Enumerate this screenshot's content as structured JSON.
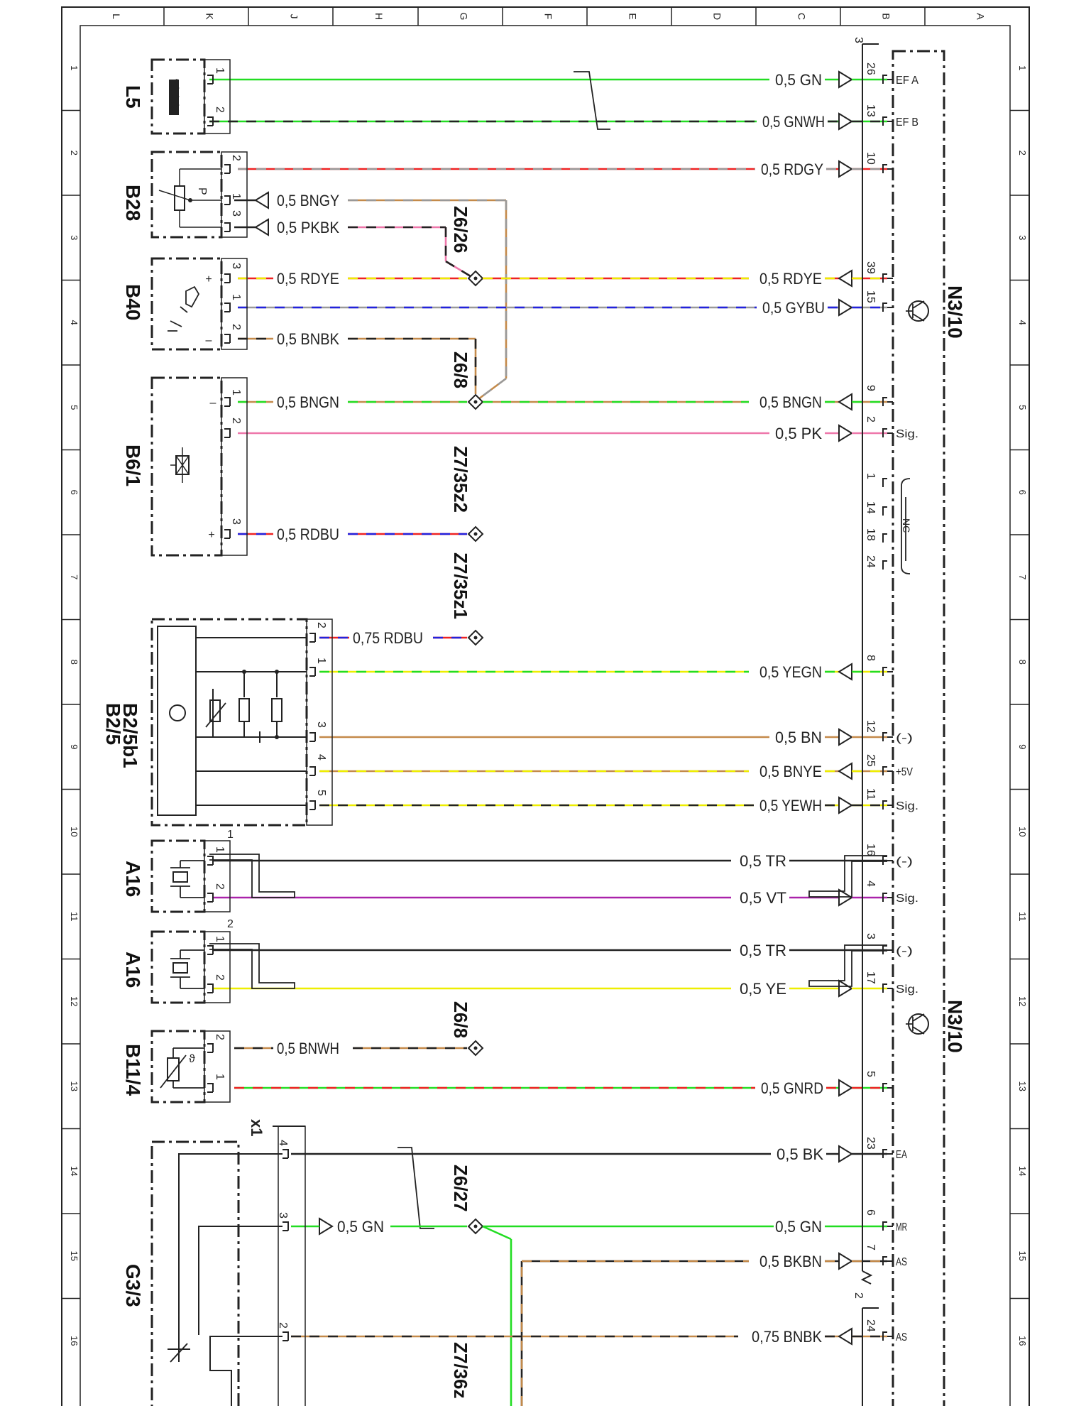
{
  "frame": {
    "columns": [
      "L",
      "K",
      "J",
      "H",
      "G",
      "F",
      "E",
      "D",
      "C",
      "B",
      "A"
    ],
    "rows": [
      "1",
      "2",
      "3",
      "4",
      "5",
      "6",
      "7",
      "8",
      "9",
      "10",
      "11",
      "12",
      "13",
      "14",
      "15",
      "16"
    ]
  },
  "controller": {
    "id": "N3/10",
    "plug_top": "3",
    "plug_bottom": "2"
  },
  "components": [
    {
      "id": "L5"
    },
    {
      "id": "B28"
    },
    {
      "id": "B40"
    },
    {
      "id": "B6/1"
    },
    {
      "id": "B2/5\nB2/5b1"
    },
    {
      "id": "A16"
    },
    {
      "id": "A16"
    },
    {
      "id": "B11/4"
    },
    {
      "id": "G3/3"
    }
  ],
  "connector_x1": "x1",
  "splices": [
    "Z6/26",
    "Z6/8",
    "Z7/35z2",
    "Z7/35z1",
    "Z6/8",
    "Z6/27",
    "Z7/36z"
  ],
  "wires": [
    {
      "label": "0,5 GN",
      "colors": [
        "#22dd22"
      ],
      "pin": "26",
      "sig": "EF A"
    },
    {
      "label": "0,5 GNWH",
      "colors": [
        "#22dd22",
        "#222222"
      ],
      "pin": "13",
      "sig": "EF B"
    },
    {
      "label": "0,5 RDGY",
      "colors": [
        "#ee2222",
        "#999999"
      ],
      "pin": "10",
      "sig": ""
    },
    {
      "label": "0,5 BNGY",
      "colors": [
        "#c48a4a",
        "#999999"
      ],
      "pin": "",
      "sig": ""
    },
    {
      "label": "0,5 PKBK",
      "colors": [
        "#ee77aa",
        "#222222"
      ],
      "pin": "",
      "sig": ""
    },
    {
      "label": "0,5 RDYE",
      "colors": [
        "#ee2222",
        "#eeee00"
      ],
      "pin": "",
      "sig": ""
    },
    {
      "label": "0,5 RDYE",
      "colors": [
        "#ee2222",
        "#eeee00"
      ],
      "pin": "39",
      "sig": ""
    },
    {
      "label": "0,5 GYBU",
      "colors": [
        "#999999",
        "#2222dd"
      ],
      "pin": "15",
      "sig": ""
    },
    {
      "label": "0,5 BNBK",
      "colors": [
        "#c48a4a",
        "#222222"
      ],
      "pin": "",
      "sig": ""
    },
    {
      "label": "0,5 BNGN",
      "colors": [
        "#c48a4a",
        "#22dd22"
      ],
      "pin": "",
      "sig": ""
    },
    {
      "label": "0,5 BNGN",
      "colors": [
        "#c48a4a",
        "#22dd22"
      ],
      "pin": "9",
      "sig": ""
    },
    {
      "label": "0,5 PK",
      "colors": [
        "#ee77aa"
      ],
      "pin": "2",
      "sig": "Sig."
    },
    {
      "label": "0,5 RDBU",
      "colors": [
        "#ee2222",
        "#2222dd"
      ],
      "pin": "",
      "sig": ""
    },
    {
      "label": "0,75 RDBU",
      "colors": [
        "#ee2222",
        "#2222dd"
      ],
      "pin": "",
      "sig": ""
    },
    {
      "label": "0,5 YEGN",
      "colors": [
        "#eeee00",
        "#22dd22"
      ],
      "pin": "8",
      "sig": ""
    },
    {
      "label": "0,5 BN",
      "colors": [
        "#c48a4a"
      ],
      "pin": "12",
      "sig": "(-)"
    },
    {
      "label": "0,5 BNYE",
      "colors": [
        "#c48a4a",
        "#eeee00"
      ],
      "pin": "25",
      "sig": "+5V"
    },
    {
      "label": "0,5 YEWH",
      "colors": [
        "#eeee00",
        "#222222"
      ],
      "pin": "11",
      "sig": "Sig."
    },
    {
      "label": "0,5 TR",
      "colors": [
        "#222222"
      ],
      "pin": "16",
      "sig": "(-)"
    },
    {
      "label": "0,5 VT",
      "colors": [
        "#aa22aa"
      ],
      "pin": "4",
      "sig": "Sig."
    },
    {
      "label": "0,5 TR",
      "colors": [
        "#222222"
      ],
      "pin": "3",
      "sig": "(-)"
    },
    {
      "label": "0,5 YE",
      "colors": [
        "#eeee00"
      ],
      "pin": "17",
      "sig": "Sig."
    },
    {
      "label": "0,5 BNWH",
      "colors": [
        "#c48a4a",
        "#222222"
      ],
      "pin": "",
      "sig": ""
    },
    {
      "label": "0,5 GNRD",
      "colors": [
        "#22dd22",
        "#ee2222"
      ],
      "pin": "5",
      "sig": ""
    },
    {
      "label": "0,5 BK",
      "colors": [
        "#222222"
      ],
      "pin": "23",
      "sig": "EA"
    },
    {
      "label": "0,5 GN",
      "colors": [
        "#22dd22"
      ],
      "pin": "",
      "sig": ""
    },
    {
      "label": "0,5 GN",
      "colors": [
        "#22dd22"
      ],
      "pin": "6",
      "sig": "MR"
    },
    {
      "label": "0,5 BKBN",
      "colors": [
        "#222222",
        "#c48a4a"
      ],
      "pin": "7",
      "sig": "AS"
    },
    {
      "label": "0,75 BNBK",
      "colors": [
        "#c48a4a",
        "#222222"
      ],
      "pin": "24",
      "sig": "AS"
    }
  ],
  "component_pins": [
    {
      "comp": "L5",
      "pins": [
        "1",
        "2"
      ]
    },
    {
      "comp": "B28",
      "pins": [
        "2",
        "1",
        "3"
      ],
      "symbol": "P"
    },
    {
      "comp": "B40",
      "pins": [
        "3",
        "1",
        "2"
      ]
    },
    {
      "comp": "B6/1",
      "pins": [
        "1",
        "2",
        "3"
      ]
    },
    {
      "comp": "B2/5",
      "pins": [
        "2",
        "1",
        "3",
        "4",
        "5"
      ]
    },
    {
      "comp": "A16a",
      "pins": [
        "1",
        "2"
      ],
      "plug": "1"
    },
    {
      "comp": "A16b",
      "pins": [
        "1",
        "2"
      ],
      "plug": "2"
    },
    {
      "comp": "B11/4",
      "pins": [
        "2",
        "1"
      ]
    },
    {
      "comp": "x1",
      "pins": [
        "4",
        "3",
        "2"
      ]
    }
  ],
  "nc_group": {
    "pins": [
      "1",
      "14",
      "18",
      "24"
    ],
    "label": "NC"
  }
}
